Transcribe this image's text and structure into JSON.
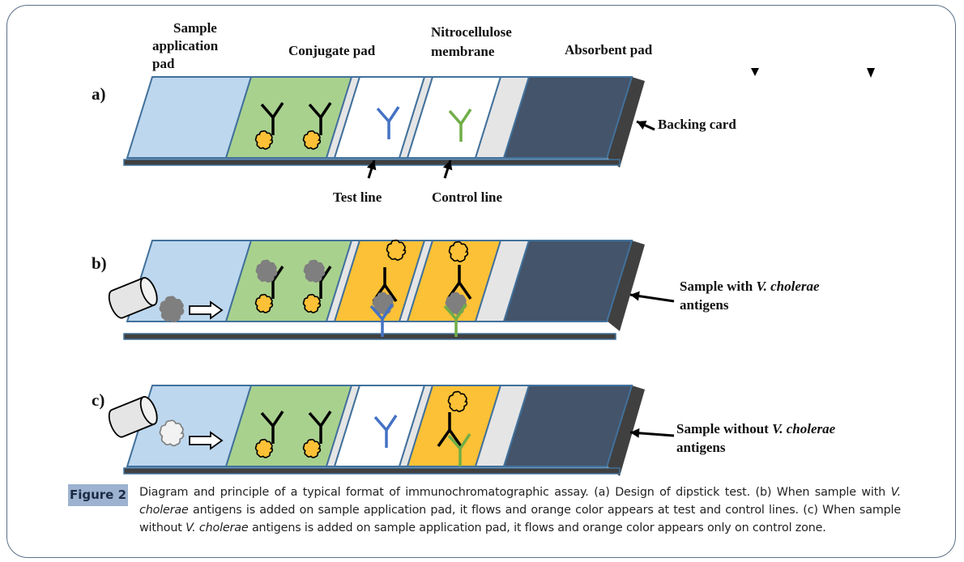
{
  "figure": {
    "tag": "Figure 2",
    "caption_parts": [
      {
        "text": "Diagram and principle of a typical format of immunochromatographic assay. (a) Design of dipstick test. (b) When sample with ",
        "italic": false
      },
      {
        "text": "V. cholerae",
        "italic": true
      },
      {
        "text": " antigens is added on sample application pad, it flows and orange color appears at test and control lines. (c) When sample without ",
        "italic": false
      },
      {
        "text": "V. cholerae",
        "italic": true
      },
      {
        "text": " antigens is added on sample application pad, it flows and orange color appears only on control zone.",
        "italic": false
      }
    ]
  },
  "labels": {
    "sample_pad": [
      "Sample",
      "application",
      "pad"
    ],
    "conjugate_pad": "Conjugate pad",
    "nitrocellulose": [
      "Nitrocellulose",
      "membrane"
    ],
    "absorbent_pad": "Absorbent pad",
    "backing_card": "Backing card",
    "test_line": "Test line",
    "control_line": "Control line"
  },
  "panels": [
    {
      "id": "a",
      "label": "a)",
      "test_zone_color": "white",
      "control_zone_color": "white",
      "annotation": null
    },
    {
      "id": "b",
      "label": "b)",
      "test_zone_color": "orange",
      "control_zone_color": "orange",
      "annotation": {
        "prefix": "Sample with ",
        "italic": "V. cholerae",
        "line2": "antigens"
      }
    },
    {
      "id": "c",
      "label": "c)",
      "test_zone_color": "white",
      "control_zone_color": "orange",
      "annotation": {
        "prefix": "Sample without ",
        "italic": "V. cholerae",
        "line2": "antigens"
      }
    }
  ],
  "colors": {
    "sample_pad": "#bdd7ee",
    "conjugate_pad": "#a9d18e",
    "spacer": "#e5e5e5",
    "membrane_white": "#ffffff",
    "membrane_orange": "#fcc136",
    "absorbent_pad": "#44546a",
    "outline": "#41719c",
    "backing": "#404040",
    "test_antibody": "#4472c4",
    "control_antibody": "#70ad47",
    "gold": "#fcc136",
    "antigen": "#7f7f7f",
    "caption_tag_bg": "#9cb2d0"
  }
}
